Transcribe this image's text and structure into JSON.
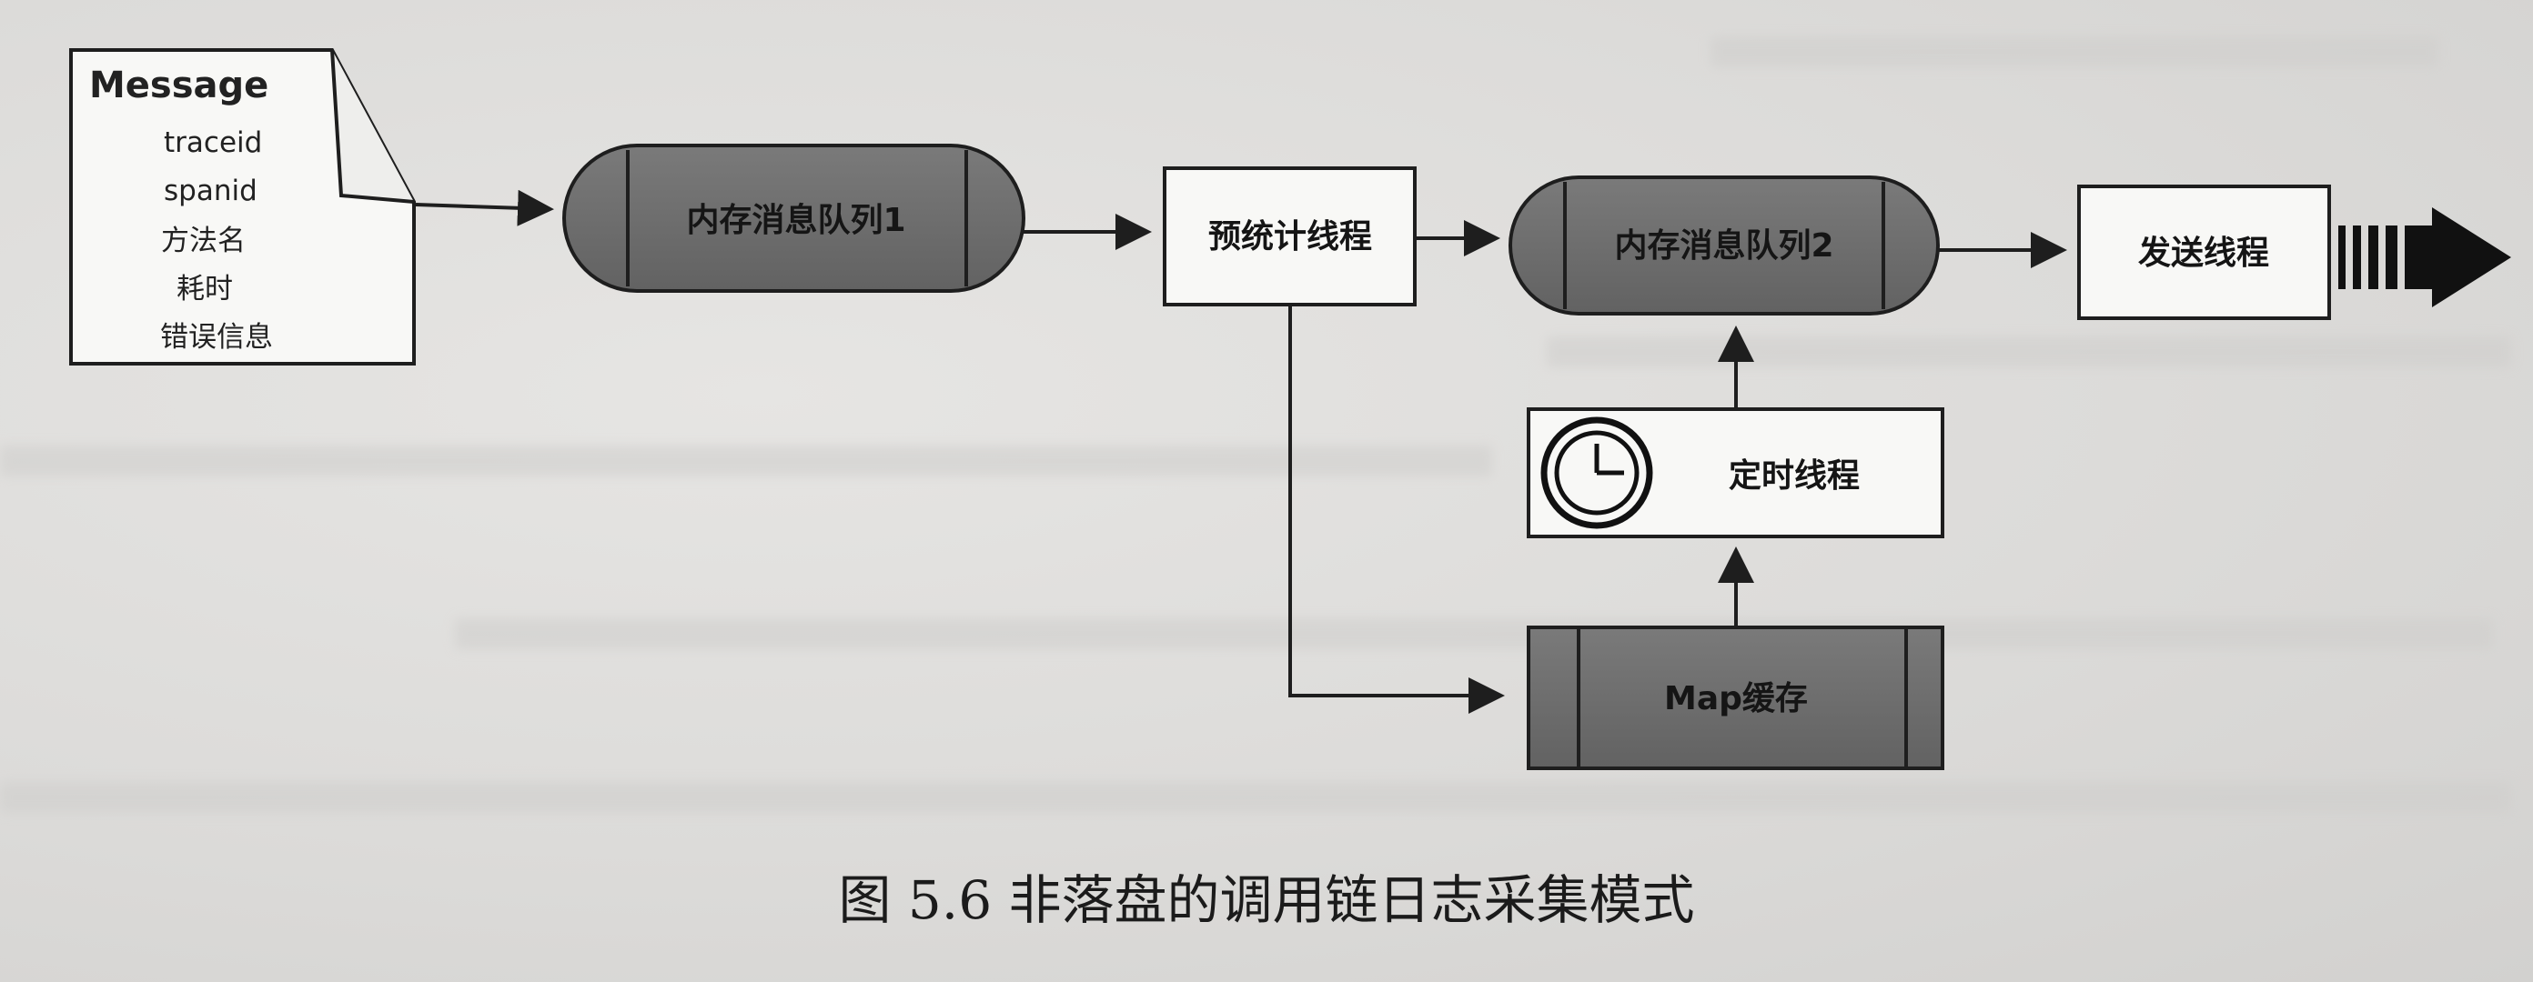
{
  "message_note": {
    "title": "Message",
    "fields": [
      "traceid",
      "spanid",
      "方法名",
      "耗时",
      "错误信息"
    ]
  },
  "queue1": {
    "label": "内存消息队列1"
  },
  "pre_stats": {
    "label": "预统计线程"
  },
  "queue2": {
    "label": "内存消息队列2"
  },
  "sender": {
    "label": "发送线程"
  },
  "timer": {
    "label": "定时线程",
    "icon": "clock-icon"
  },
  "map_cache": {
    "label": "Map缓存"
  },
  "caption": {
    "text": "图 5.6    非落盘的调用链日志采集模式"
  },
  "colors": {
    "dark_fill": "#6e6e6e",
    "light_fill": "#f7f7f5",
    "stroke": "#1e1e1e"
  }
}
